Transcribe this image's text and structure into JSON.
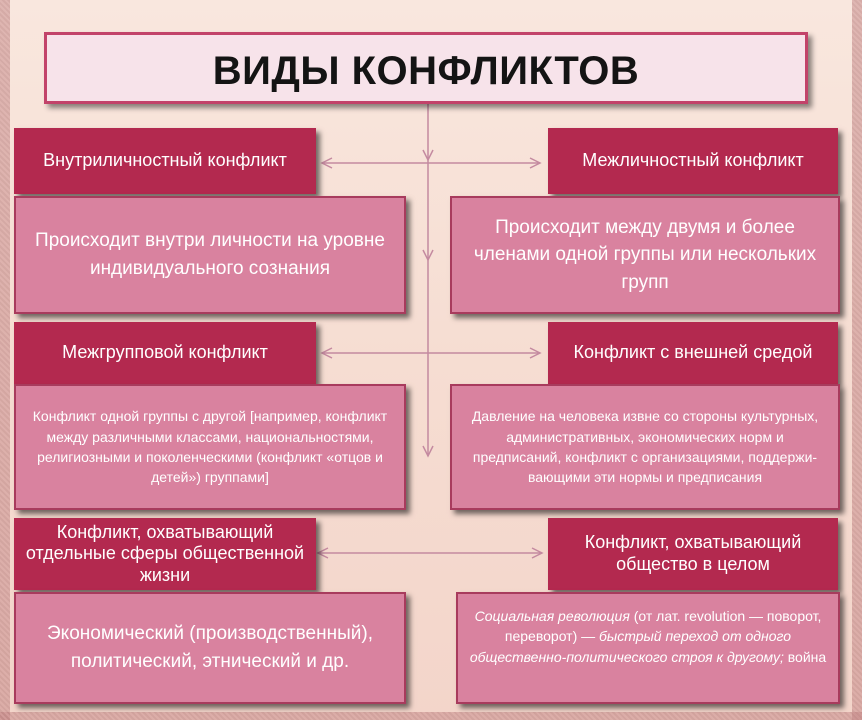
{
  "title": "ВИДЫ КОНФЛИКТОВ",
  "pairs": [
    {
      "left": {
        "header": "Внутриличностный конфликт",
        "description": "Происходит внутри личности на уровне индивидуального сознания"
      },
      "right": {
        "header": "Межличностный конфликт",
        "description": "Происходит между двумя и более членами одной группы или нескольких групп"
      }
    },
    {
      "left": {
        "header": "Межгрупповой конфликт",
        "description": "Конфликт одной группы с другой [например, конфликт между различными классами, национальностями, религиозными и поколенческими (конфликт «отцов и детей») группами]"
      },
      "right": {
        "header": "Конфликт с внешней средой",
        "description": "Давление на человека извне со стороны культурных, административных, экономических норм и предписаний, конфликт с организациями, поддержи-вающими эти нормы и предписания"
      }
    },
    {
      "left": {
        "header": "Конфликт, охватывающий отдельные сферы общественной жизни",
        "description": "Экономический (производственный), политический, этнический и др."
      },
      "right": {
        "header": "Конфликт, охватывающий общество в целом",
        "description_italic_1": "Социальная революция",
        "description_normal_1": " (от лат. revolution — поворот, переворот) — ",
        "description_italic_2": "быстрый переход от одного общественно-политического строя к другому;",
        "description_normal_2": " война"
      }
    }
  ],
  "colors": {
    "header_bg": "#b3294f",
    "description_bg": "#d9829f",
    "title_border": "#c2436a",
    "connector": "#c48aa0"
  }
}
